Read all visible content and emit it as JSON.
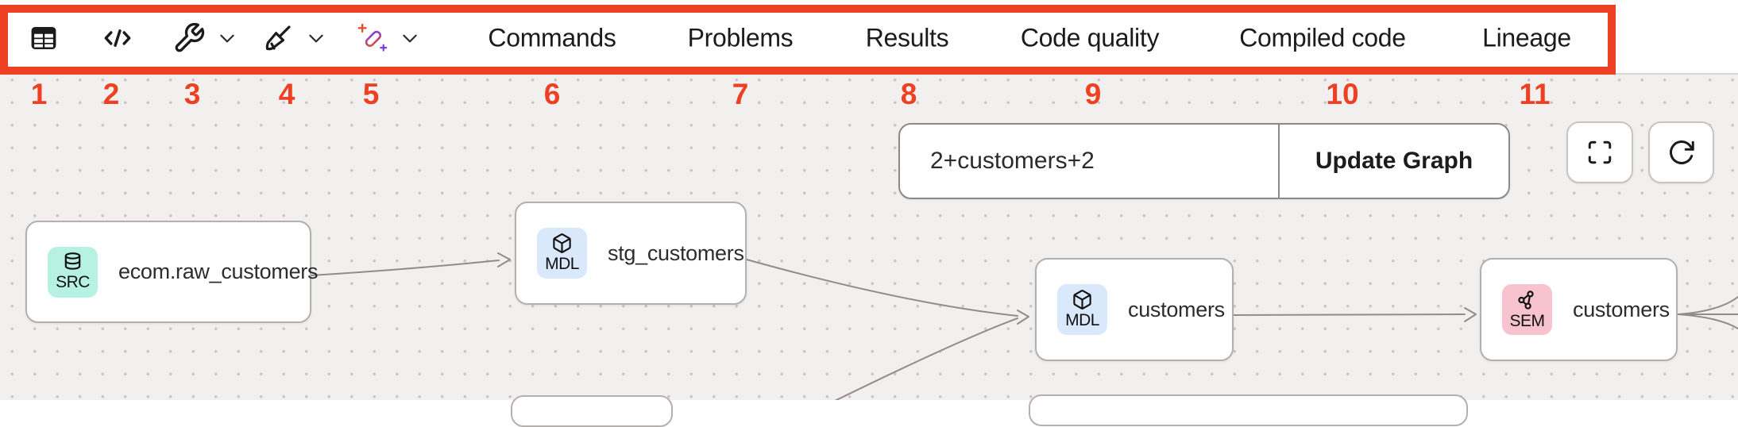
{
  "toolbar": {
    "icon_buttons": [
      {
        "n": "1",
        "icon": "table-icon"
      },
      {
        "n": "2",
        "icon": "code-icon"
      },
      {
        "n": "3",
        "icon": "wrench-icon",
        "has_dropdown": true
      },
      {
        "n": "4",
        "icon": "broom-icon",
        "has_dropdown": true
      },
      {
        "n": "5",
        "icon": "magic-wand-icon",
        "has_dropdown": true
      }
    ],
    "tabs": [
      {
        "n": "6",
        "label": "Commands"
      },
      {
        "n": "7",
        "label": "Problems"
      },
      {
        "n": "8",
        "label": "Results"
      },
      {
        "n": "9",
        "label": "Code quality"
      },
      {
        "n": "10",
        "label": "Compiled code"
      },
      {
        "n": "11",
        "label": "Lineage"
      }
    ]
  },
  "annotations": {
    "color": "#ee4023",
    "numbers": [
      "1",
      "2",
      "3",
      "4",
      "5",
      "6",
      "7",
      "8",
      "9",
      "10",
      "11"
    ]
  },
  "graph": {
    "filter_input": {
      "value": "2+customers+2"
    },
    "update_button": {
      "label": "Update Graph"
    },
    "controls": [
      {
        "icon": "fullscreen-icon"
      },
      {
        "icon": "refresh-icon"
      }
    ],
    "nodes": [
      {
        "badge": "SRC",
        "badge_color": "#b7f1e2",
        "icon": "database-icon",
        "label": "ecom.raw_customers"
      },
      {
        "badge": "MDL",
        "badge_color": "#d9e8fb",
        "icon": "cube-icon",
        "label": "stg_customers"
      },
      {
        "badge": "MDL",
        "badge_color": "#d9e8fb",
        "icon": "cube-icon",
        "label": "customers"
      },
      {
        "badge": "SEM",
        "badge_color": "#f7c3ce",
        "icon": "semantic-graph-icon",
        "label": "customers"
      }
    ],
    "edge_color": "#908d8a"
  }
}
